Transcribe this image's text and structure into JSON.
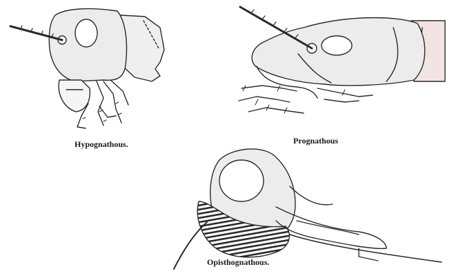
{
  "figure": {
    "panels": [
      {
        "id": "hypognathous",
        "caption": "Hypognathous."
      },
      {
        "id": "prognathous",
        "caption": "Prognathous"
      },
      {
        "id": "opisthognathous",
        "caption": "Opisthognathous."
      }
    ],
    "colors": {
      "ink": "#2a2a2a",
      "paper": "#ffffff",
      "head_fill": "#ececec",
      "neck_fill": "#f3e4e4"
    },
    "icons": [
      "antenna",
      "compound-eye",
      "mouthparts",
      "palp"
    ]
  }
}
